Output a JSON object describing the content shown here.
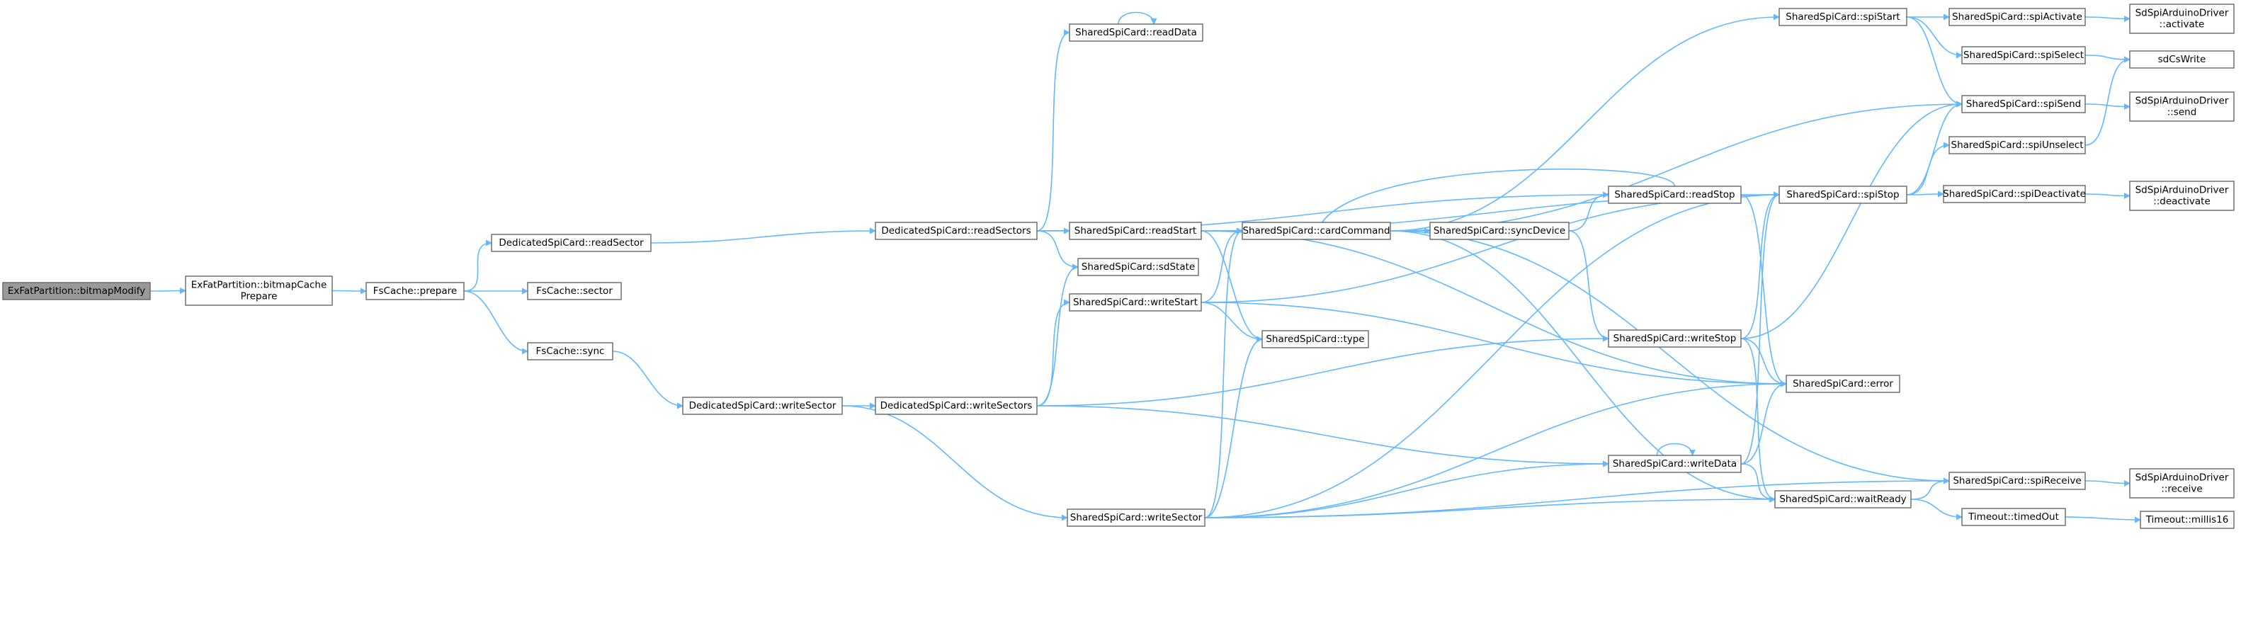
{
  "nodes": {
    "bitmapModify": [
      "ExFatPartition::bitmapModify"
    ],
    "bitmapCachePrepare": [
      "ExFatPartition::bitmapCache",
      "Prepare"
    ],
    "prepare": [
      "FsCache::prepare"
    ],
    "sector": [
      "FsCache::sector"
    ],
    "sync": [
      "FsCache::sync"
    ],
    "readSector": [
      "DedicatedSpiCard::readSector"
    ],
    "writeSector": [
      "DedicatedSpiCard::writeSector"
    ],
    "readSectors": [
      "DedicatedSpiCard::readSectors"
    ],
    "writeSectors": [
      "DedicatedSpiCard::writeSectors"
    ],
    "readData": [
      "SharedSpiCard::readData"
    ],
    "readStart": [
      "SharedSpiCard::readStart"
    ],
    "sdState": [
      "SharedSpiCard::sdState"
    ],
    "writeStart": [
      "SharedSpiCard::writeStart"
    ],
    "type": [
      "SharedSpiCard::type"
    ],
    "sharedWriteSector": [
      "SharedSpiCard::writeSector"
    ],
    "cardCommand": [
      "SharedSpiCard::cardCommand"
    ],
    "syncDevice": [
      "SharedSpiCard::syncDevice"
    ],
    "readStop": [
      "SharedSpiCard::readStop"
    ],
    "writeStop": [
      "SharedSpiCard::writeStop"
    ],
    "writeData": [
      "SharedSpiCard::writeData"
    ],
    "spiStart": [
      "SharedSpiCard::spiStart"
    ],
    "spiStop": [
      "SharedSpiCard::spiStop"
    ],
    "error": [
      "SharedSpiCard::error"
    ],
    "waitReady": [
      "SharedSpiCard::waitReady"
    ],
    "spiActivate": [
      "SharedSpiCard::spiActivate"
    ],
    "spiSelect": [
      "SharedSpiCard::spiSelect"
    ],
    "spiSend": [
      "SharedSpiCard::spiSend"
    ],
    "spiUnselect": [
      "SharedSpiCard::spiUnselect"
    ],
    "spiDeactivate": [
      "SharedSpiCard::spiDeactivate"
    ],
    "spiReceive": [
      "SharedSpiCard::spiReceive"
    ],
    "timedOut": [
      "Timeout::timedOut"
    ],
    "activate": [
      "SdSpiArduinoDriver",
      "::activate"
    ],
    "sdCsWrite": [
      "sdCsWrite"
    ],
    "send": [
      "SdSpiArduinoDriver",
      "::send"
    ],
    "deactivate": [
      "SdSpiArduinoDriver",
      "::deactivate"
    ],
    "receive": [
      "SdSpiArduinoDriver",
      "::receive"
    ],
    "millis16": [
      "Timeout::millis16"
    ]
  },
  "edges": [
    [
      "bitmapModify",
      "bitmapCachePrepare"
    ],
    [
      "bitmapCachePrepare",
      "prepare"
    ],
    [
      "prepare",
      "readSector"
    ],
    [
      "prepare",
      "sector"
    ],
    [
      "prepare",
      "sync"
    ],
    [
      "readSector",
      "readSectors"
    ],
    [
      "sync",
      "writeSector"
    ],
    [
      "writeSector",
      "writeSectors"
    ],
    [
      "writeSector",
      "sharedWriteSector"
    ],
    [
      "readSectors",
      "readData"
    ],
    [
      "readData",
      "readData"
    ],
    [
      "readSectors",
      "readStart"
    ],
    [
      "readSectors",
      "sdState"
    ],
    [
      "readSectors",
      "readStop"
    ],
    [
      "writeSectors",
      "sdState"
    ],
    [
      "writeSectors",
      "writeStart"
    ],
    [
      "writeSectors",
      "writeStop"
    ],
    [
      "writeSectors",
      "writeData"
    ],
    [
      "readStart",
      "cardCommand"
    ],
    [
      "readStart",
      "spiStop"
    ],
    [
      "readStart",
      "type"
    ],
    [
      "readStart",
      "error"
    ],
    [
      "writeStart",
      "cardCommand"
    ],
    [
      "writeStart",
      "type"
    ],
    [
      "writeStart",
      "spiStop"
    ],
    [
      "writeStart",
      "error"
    ],
    [
      "sharedWriteSector",
      "cardCommand"
    ],
    [
      "sharedWriteSector",
      "type"
    ],
    [
      "sharedWriteSector",
      "spiStop"
    ],
    [
      "sharedWriteSector",
      "writeData"
    ],
    [
      "sharedWriteSector",
      "error"
    ],
    [
      "sharedWriteSector",
      "waitReady"
    ],
    [
      "sharedWriteSector",
      "spiReceive"
    ],
    [
      "cardCommand",
      "spiStart"
    ],
    [
      "cardCommand",
      "syncDevice"
    ],
    [
      "cardCommand",
      "spiSend"
    ],
    [
      "cardCommand",
      "waitReady"
    ],
    [
      "cardCommand",
      "spiReceive"
    ],
    [
      "syncDevice",
      "readStop"
    ],
    [
      "syncDevice",
      "writeStop"
    ],
    [
      "readStop",
      "cardCommand"
    ],
    [
      "readStop",
      "spiStop"
    ],
    [
      "readStop",
      "error"
    ],
    [
      "writeStop",
      "spiStop"
    ],
    [
      "writeStop",
      "error"
    ],
    [
      "writeStop",
      "waitReady"
    ],
    [
      "writeStop",
      "spiSend"
    ],
    [
      "writeData",
      "writeData"
    ],
    [
      "writeData",
      "spiStop"
    ],
    [
      "writeData",
      "error"
    ],
    [
      "writeData",
      "waitReady"
    ],
    [
      "spiStart",
      "spiActivate"
    ],
    [
      "spiStart",
      "spiSelect"
    ],
    [
      "spiStart",
      "spiSend"
    ],
    [
      "spiStop",
      "spiSend"
    ],
    [
      "spiStop",
      "spiUnselect"
    ],
    [
      "spiStop",
      "spiDeactivate"
    ],
    [
      "waitReady",
      "spiReceive"
    ],
    [
      "waitReady",
      "timedOut"
    ],
    [
      "spiActivate",
      "activate"
    ],
    [
      "spiSelect",
      "sdCsWrite"
    ],
    [
      "spiSend",
      "send"
    ],
    [
      "spiUnselect",
      "sdCsWrite"
    ],
    [
      "spiDeactivate",
      "deactivate"
    ],
    [
      "spiReceive",
      "receive"
    ],
    [
      "timedOut",
      "millis16"
    ]
  ],
  "colors": {
    "edge": "#63b8ff",
    "node_border": "#666666",
    "node_fill": "#ffffff",
    "root_fill": "#999999"
  }
}
